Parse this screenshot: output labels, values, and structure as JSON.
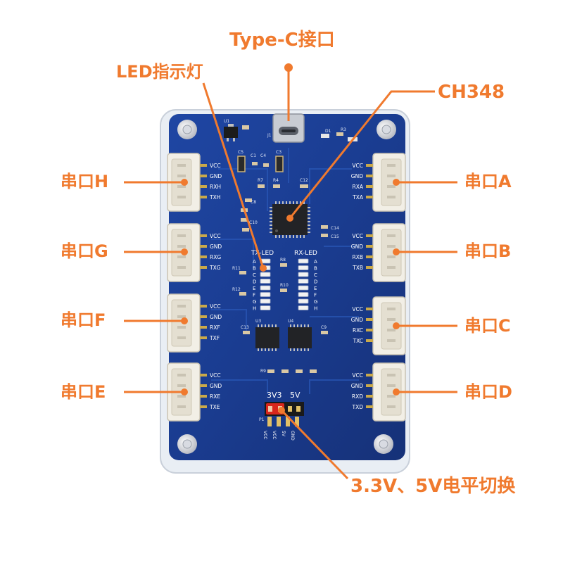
{
  "callouts": {
    "type_c": "Type-C接口",
    "led": "LED指示灯",
    "ch348": "CH348",
    "port_h": "串口H",
    "port_g": "串口G",
    "port_f": "串口F",
    "port_e": "串口E",
    "port_a": "串口A",
    "port_b": "串口B",
    "port_c": "串口C",
    "port_d": "串口D",
    "voltage": "3.3V、5V电平切换"
  },
  "board": {
    "left_ports": [
      {
        "pins": [
          "VCC",
          "GND",
          "RXH",
          "TXH"
        ]
      },
      {
        "pins": [
          "VCC",
          "GND",
          "RXG",
          "TXG"
        ]
      },
      {
        "pins": [
          "VCC",
          "GND",
          "RXF",
          "TXF"
        ]
      },
      {
        "pins": [
          "VCC",
          "GND",
          "RXE",
          "TXE"
        ]
      }
    ],
    "right_ports": [
      {
        "pins": [
          "VCC",
          "GND",
          "RXA",
          "TXA"
        ]
      },
      {
        "pins": [
          "VCC",
          "GND",
          "RXB",
          "TXB"
        ]
      },
      {
        "pins": [
          "VCC",
          "GND",
          "RXC",
          "TXC"
        ]
      },
      {
        "pins": [
          "VCC",
          "GND",
          "RXD",
          "TXD"
        ]
      }
    ],
    "tx_led_label": "TX-LED",
    "rx_led_label": "RX-LED",
    "led_letters": [
      "A",
      "B",
      "C",
      "D",
      "E",
      "F",
      "G",
      "H"
    ],
    "jumper_3v3": "3V3",
    "jumper_5v": "5V",
    "silkscreen": {
      "u1": "U1",
      "u3": "U3",
      "u4": "U4",
      "j1": "J1",
      "c1": "C1",
      "c5": "C5",
      "c4": "C4",
      "c3": "C3",
      "r7": "R7",
      "r4": "R4",
      "c12": "C12",
      "c8": "C8",
      "c10": "C10",
      "c14": "C14",
      "c15": "C15",
      "r8": "R8",
      "r11": "R11",
      "r12": "R12",
      "r10": "R10",
      "c13": "C13",
      "c9": "C9",
      "r9": "R9",
      "r3": "R3",
      "d1": "D1",
      "p1": "P1"
    },
    "jumper_pins": [
      "VCC",
      "VCC",
      "5V",
      "GND"
    ]
  },
  "colors": {
    "accent": "#f07a2e",
    "pcb": "#1b3a8c",
    "connector": "#f2efe6"
  }
}
